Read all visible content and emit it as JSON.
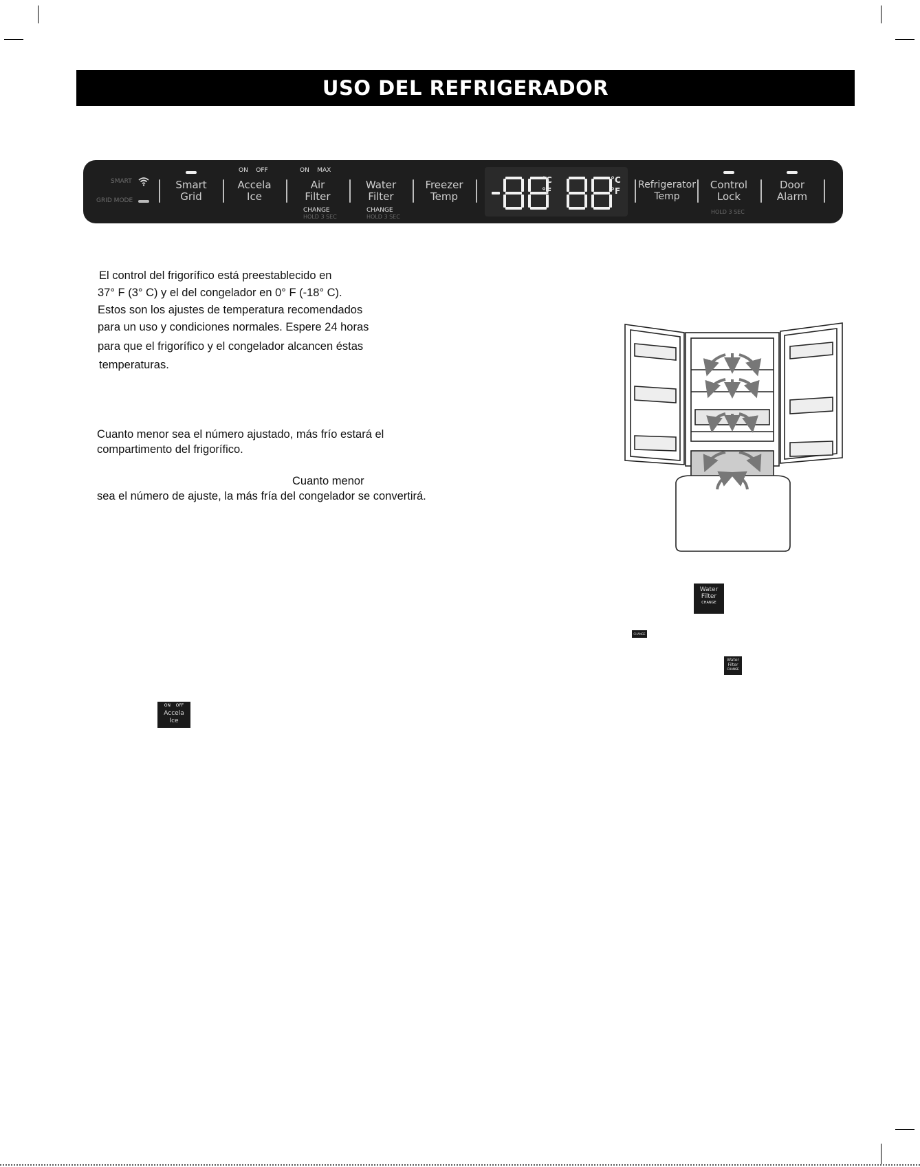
{
  "page": {
    "title": "USO DEL REFRIGERADOR"
  },
  "panel": {
    "smart_label": "SMART",
    "grid_mode_label": "GRID MODE",
    "buttons": [
      {
        "line1": "Smart",
        "line2": "Grid"
      },
      {
        "line1": "Accela",
        "line2": "Ice",
        "top": "ON    OFF"
      },
      {
        "line1": "Air",
        "line2": "Filter",
        "top": "ON    MAX",
        "bottom": "CHANGE",
        "hold": "HOLD 3 SEC"
      },
      {
        "line1": "Water",
        "line2": "Filter",
        "bottom": "CHANGE",
        "hold": "HOLD 3 SEC"
      },
      {
        "line1": "Freezer",
        "line2": "Temp"
      },
      {
        "line1": "Refrigerator",
        "line2": "Temp"
      },
      {
        "line1": "Control",
        "line2": "Lock",
        "hold": "HOLD 3 SEC"
      },
      {
        "line1": "Door",
        "line2": "Alarm"
      }
    ],
    "display": {
      "left_value": "-88",
      "right_value": "88",
      "unit_c": "°C",
      "unit_f": "°F"
    }
  },
  "text": {
    "p1": [
      "El control del frigorífico está preestablecido en",
      "37° F (3° C) y el del congelador en 0° F (-18° C).",
      "Estos son los ajustes de temperatura recomendados",
      "para un uso y condiciones normales. Espere 24 horas",
      "para que el frigorífico y  el congelador alcancen éstas",
      "temperaturas."
    ],
    "p2": [
      "Cuanto menor sea el número ajustado, más frío estará el",
      "compartimento del frigorífico."
    ],
    "p3_line1": "Cuanto menor",
    "p3_line2": "sea el número de ajuste, la más fría del congelador se convertirá."
  },
  "icons": {
    "water_filter": {
      "line1": "Water",
      "line2": "Filter",
      "change": "CHANGE"
    },
    "change_small": "CHANGE",
    "accela_ice": {
      "top": "ON    OFF",
      "line1": "Accela",
      "line2": "Ice"
    }
  }
}
